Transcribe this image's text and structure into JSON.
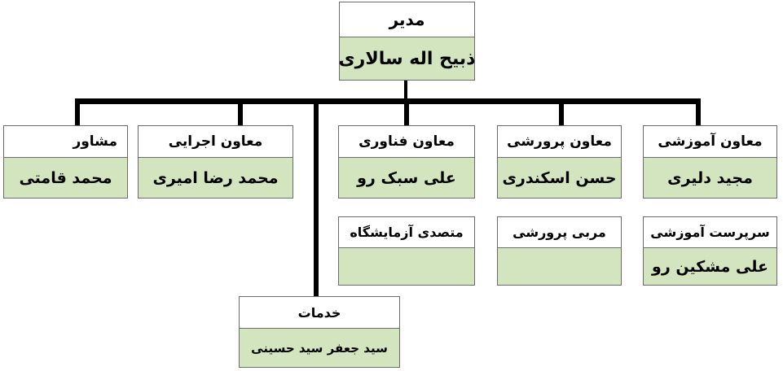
{
  "colors": {
    "title_bg": "#ffffff",
    "name_bg": "#d3e5bf",
    "border": "#6b6b6b",
    "connector": "#000000"
  },
  "director": {
    "title": "مدیر",
    "name": "ذبیح اله سالاری"
  },
  "advisor": {
    "title": "مشاور",
    "name": "محمد قامتی"
  },
  "executive_deputy": {
    "title": "معاون اجرایی",
    "name": "محمد رضا امیری"
  },
  "technology_deputy": {
    "title": "معاون فناوری",
    "name": "علی سبک رو"
  },
  "training_deputy": {
    "title": "معاون پرورشی",
    "name": "حسن اسکندری"
  },
  "education_deputy": {
    "title": "معاون آموزشی",
    "name": "مجید دلیری"
  },
  "lab_manager": {
    "title": "متصدی آزمایشگاه",
    "name": ""
  },
  "training_coach": {
    "title": "مربی پرورشی",
    "name": ""
  },
  "education_supervisor": {
    "title": "سرپرست آموزشی",
    "name": "علی مشکین رو"
  },
  "services": {
    "title": "خدمات",
    "name": "سید جعفر سید حسینی"
  }
}
